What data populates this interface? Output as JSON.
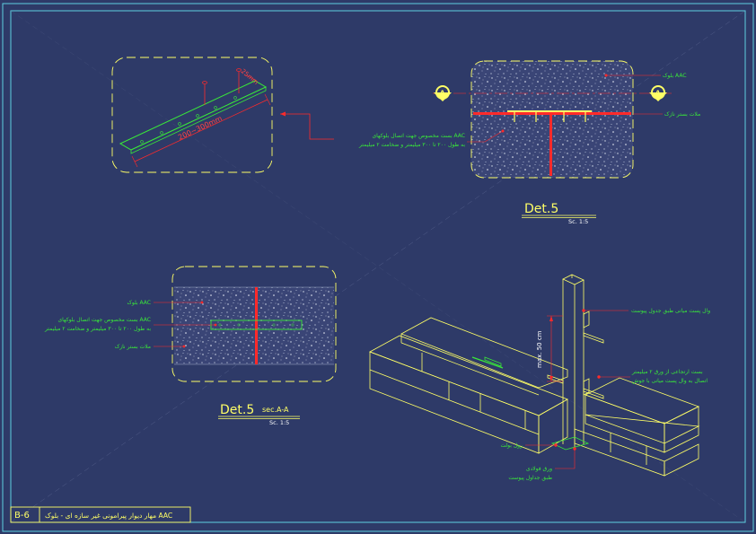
{
  "sheet": {
    "number": "B-6",
    "title": "مهار دیوار پیرامونی غیر سازه ای - بلوک AAC"
  },
  "plate_detail": {
    "dim_length": "200~300mm",
    "dim_width": "25mm"
  },
  "det_top": {
    "title": "Det.5",
    "scale": "Sc. 1:5",
    "section_marker": "A",
    "label_block": "بلوک AAC",
    "label_mortar": "ملات بستر نازک",
    "label_plate_line1": "بست مخصوص جهت اتصال بلوکهای AAC",
    "label_plate_line2": "به طول ۲۰۰ تا ۳۰۰ میلیمتر و ضخامت ۲ میلیمتر"
  },
  "det_section": {
    "title": "Det.5",
    "section_label": "sec.A-A",
    "scale": "Sc. 1:5",
    "label_block": "بلوک AAC",
    "label_plate_line1": "بست مخصوص جهت اتصال بلوکهای AAC",
    "label_plate_line2": "به طول ۲۰۰ تا ۳۰۰ میلیمتر و ضخامت ۲ میلیمتر",
    "label_mortar": "ملات بستر نازک"
  },
  "isometric": {
    "dim_spacing": "max. 50 cm",
    "label_post": "وال پست میانی طبق جدول پیوست",
    "label_angle_line1": "بست ارتجاعی از ورق ۲ میلیمتر",
    "label_angle_line2": "اتصال به وال پست میانی با جوش",
    "label_bolt": "رول بولت",
    "label_sheet_line1": "ورق فولادی",
    "label_sheet_line2": "طبق جداول پیوست"
  },
  "colors": {
    "background": "#2e3a68",
    "border": "#5fd0e0",
    "accent_red": "#ff2a2a",
    "text_green": "#39e839",
    "yellow": "#ffff66"
  }
}
